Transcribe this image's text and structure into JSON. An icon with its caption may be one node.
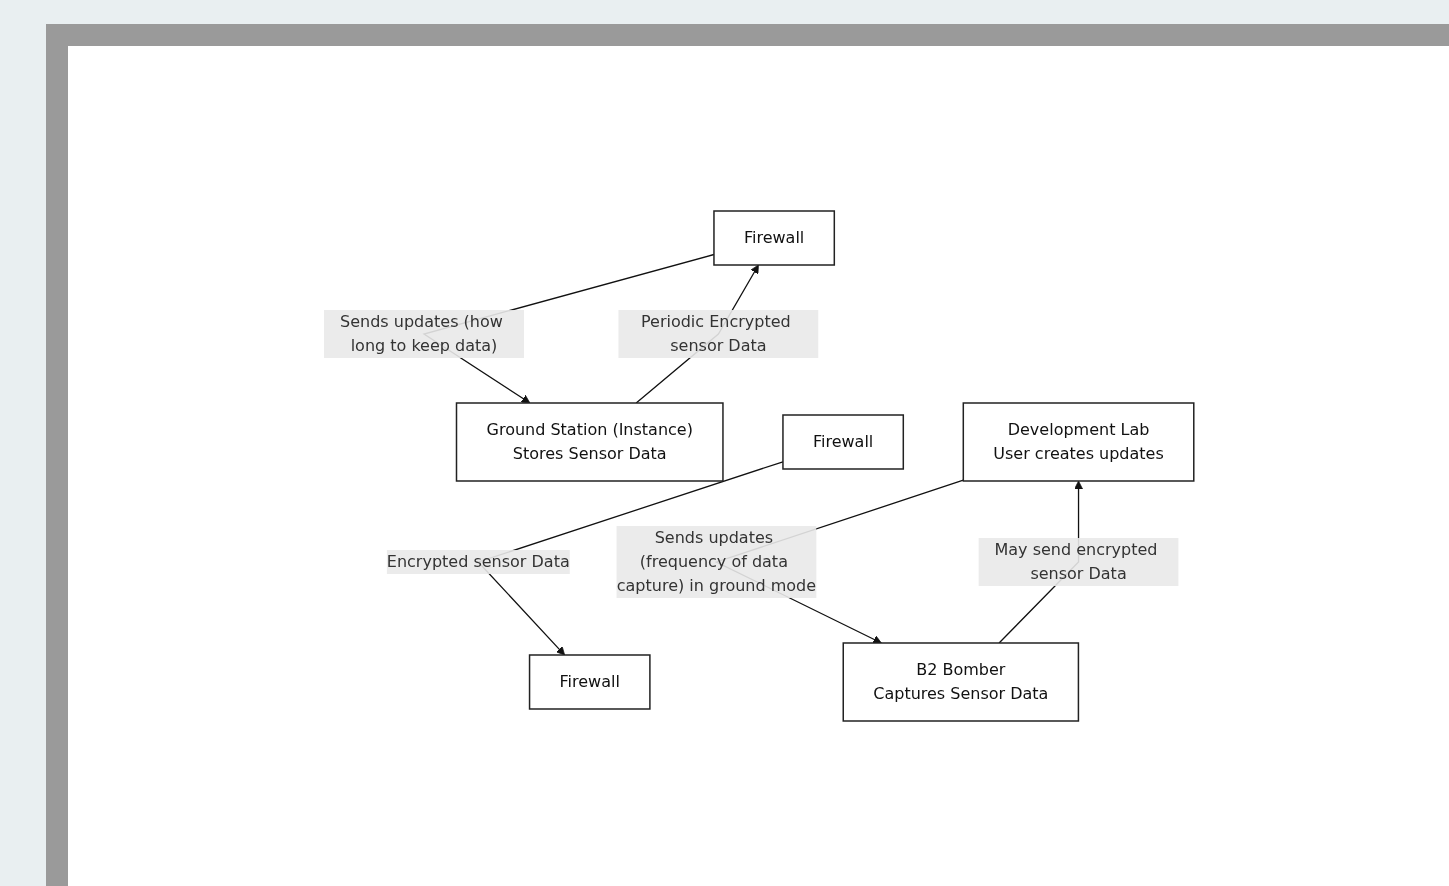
{
  "diagram": {
    "nodes": [
      {
        "text": [
          "Firewall"
        ]
      },
      {
        "text": [
          "Development Lab",
          "User creates updates"
        ]
      },
      {
        "text": [
          "Ground Station (Instance)",
          "Stores Sensor Data"
        ]
      },
      {
        "text": [
          "Firewall"
        ]
      },
      {
        "text": [
          "Firewall"
        ]
      },
      {
        "text": [
          "B2 Bomber",
          "Captures Sensor Data"
        ]
      }
    ],
    "edges": [
      {
        "from": 0,
        "to": 2,
        "arrow": "to",
        "label": "Sends updates (how long to keep data)"
      },
      {
        "from": 2,
        "to": 0,
        "arrow": "to",
        "label": "Periodic Encrypted sensor Data"
      },
      {
        "from": 1,
        "to": 5,
        "arrow": "to",
        "label": "Sends updates (frequency of data capture) in ground mode"
      },
      {
        "from": 5,
        "to": 1,
        "arrow": "to",
        "label": "May send encrypted sensor Data"
      },
      {
        "from": 4,
        "to": 3,
        "arrow": "to",
        "label": "Encrypted sensor Data"
      }
    ]
  }
}
